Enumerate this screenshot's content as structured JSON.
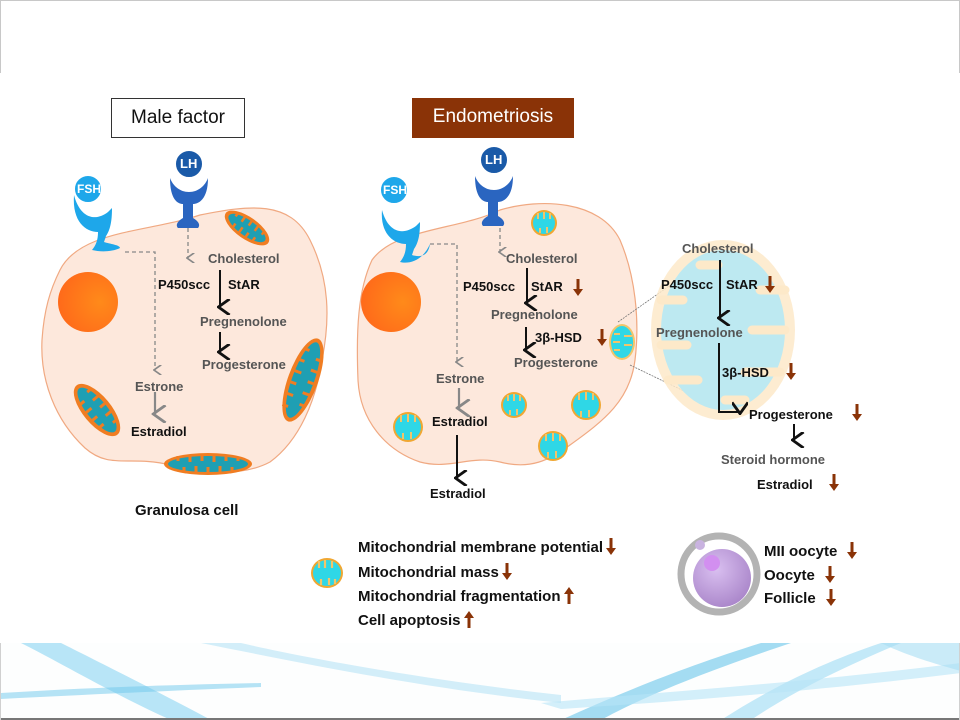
{
  "titles": {
    "male_factor": "Male factor",
    "endometriosis": "Endometriosis"
  },
  "receptors": {
    "fsh": "FSH",
    "lh": "LH"
  },
  "left_cell": {
    "cholesterol": "Cholesterol",
    "p450scc": "P450scc",
    "star": "StAR",
    "pregnenolone": "Pregnenolone",
    "progesterone": "Progesterone",
    "estrone": "Estrone",
    "estradiol": "Estradiol",
    "caption": "Granulosa cell"
  },
  "right_cell": {
    "cholesterol": "Cholesterol",
    "p450scc": "P450scc",
    "star": "StAR",
    "pregnenolone": "Pregnenolone",
    "hsd": "3β-HSD",
    "progesterone": "Progesterone",
    "estrone": "Estrone",
    "estradiol": "Estradiol",
    "estradiol_out": "Estradiol"
  },
  "mito_zoom": {
    "cholesterol": "Cholesterol",
    "p450scc": "P450scc",
    "star": "StAR",
    "pregnenolone": "Pregnenolone",
    "hsd": "3β-HSD",
    "progesterone": "Progesterone",
    "steroid_hormone": "Steroid hormone",
    "estradiol": "Estradiol"
  },
  "mito_effects": [
    {
      "label": "Mitochondrial membrane potential",
      "direction": "down"
    },
    {
      "label": "Mitochondrial mass",
      "direction": "down"
    },
    {
      "label": "Mitochondrial fragmentation",
      "direction": "up"
    },
    {
      "label": "Cell apoptosis",
      "direction": "up"
    }
  ],
  "oocyte_effects": [
    {
      "label": "MII oocyte",
      "direction": "down"
    },
    {
      "label": "Oocyte",
      "direction": "down"
    },
    {
      "label": "Follicle",
      "direction": "down"
    }
  ],
  "colors": {
    "cell_fill": "#fde8dc",
    "cell_stroke": "#f0a982",
    "nucleus": "#ff7a1a",
    "mito_teal": "#1f9fb3",
    "mito_orange": "#f07d22",
    "mito_cyan": "#2fd7e6",
    "mito_yellow": "#f2c56a",
    "fsh_blue": "#1ea7ea",
    "lh_blue": "#2a65c0",
    "arrow_brown": "#8a3307",
    "endo_title_bg": "#8a3307"
  }
}
